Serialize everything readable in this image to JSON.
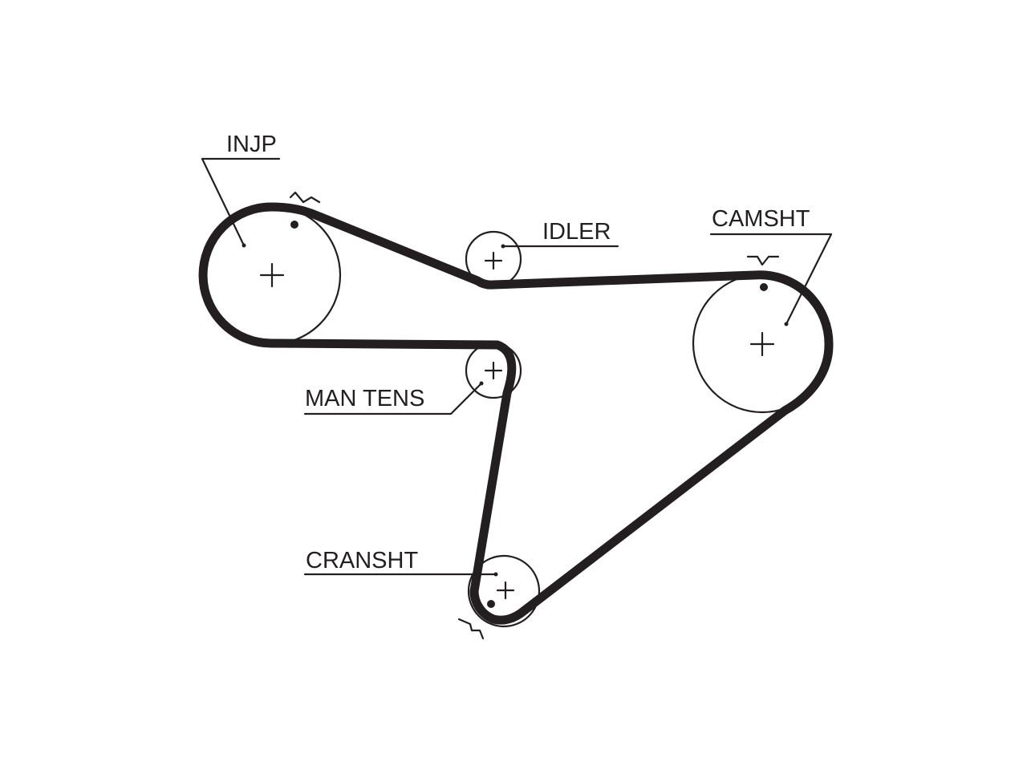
{
  "labels": {
    "injp": "INJP",
    "idler": "IDLER",
    "camsht": "CAMSHT",
    "man_tens": "MAN TENS",
    "cransht": "CRANSHT"
  },
  "colors": {
    "line": "#231f20",
    "background": "#ffffff"
  },
  "icons": {
    "timing_mark": "timing-mark-icon",
    "center_cross": "center-cross-icon"
  }
}
